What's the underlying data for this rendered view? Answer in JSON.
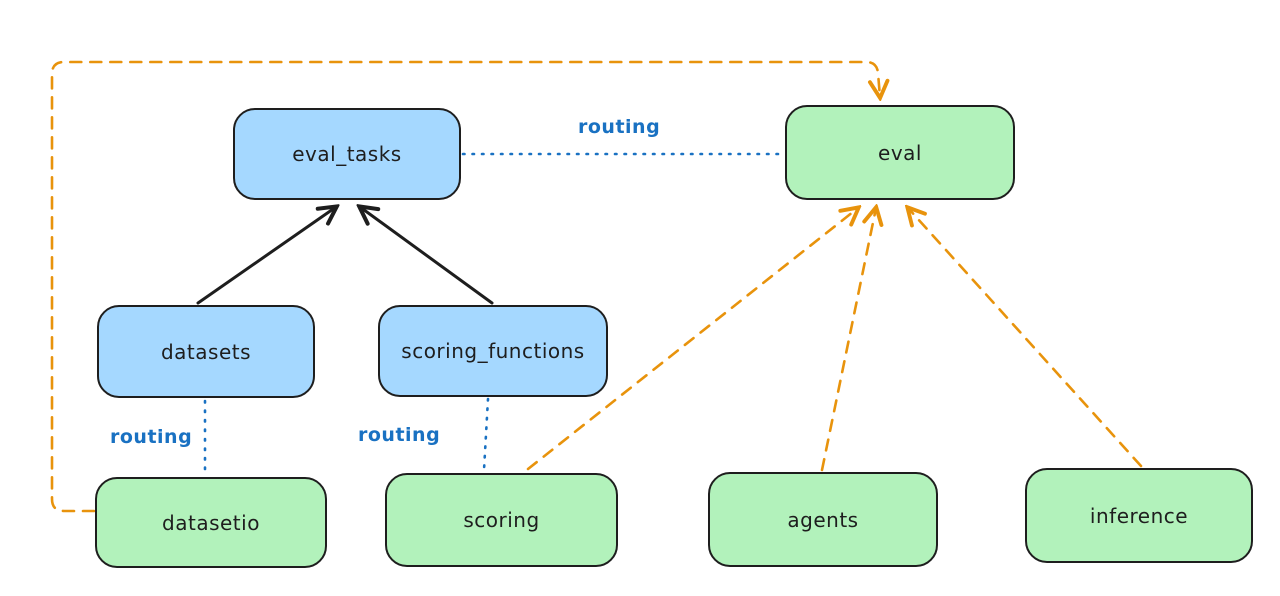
{
  "nodes": {
    "eval_tasks": {
      "label": "eval_tasks",
      "type": "api"
    },
    "eval": {
      "label": "eval",
      "type": "provider"
    },
    "datasets": {
      "label": "datasets",
      "type": "api"
    },
    "scoring_functions": {
      "label": "scoring_functions",
      "type": "api"
    },
    "datasetio": {
      "label": "datasetio",
      "type": "provider"
    },
    "scoring": {
      "label": "scoring",
      "type": "provider"
    },
    "agents": {
      "label": "agents",
      "type": "provider"
    },
    "inference": {
      "label": "inference",
      "type": "provider"
    }
  },
  "edge_labels": {
    "eval_tasks_eval": "routing",
    "datasets_datasetio": "routing",
    "scoring_functions_scoring": "routing"
  },
  "colors": {
    "api_node_fill": "#a5d8ff",
    "provider_node_fill": "#b2f2bb",
    "node_stroke": "#1e1e1e",
    "routing_label_blue": "#1971c2",
    "dependency_arrow_orange": "#e8930c",
    "background": "#ffffff"
  }
}
